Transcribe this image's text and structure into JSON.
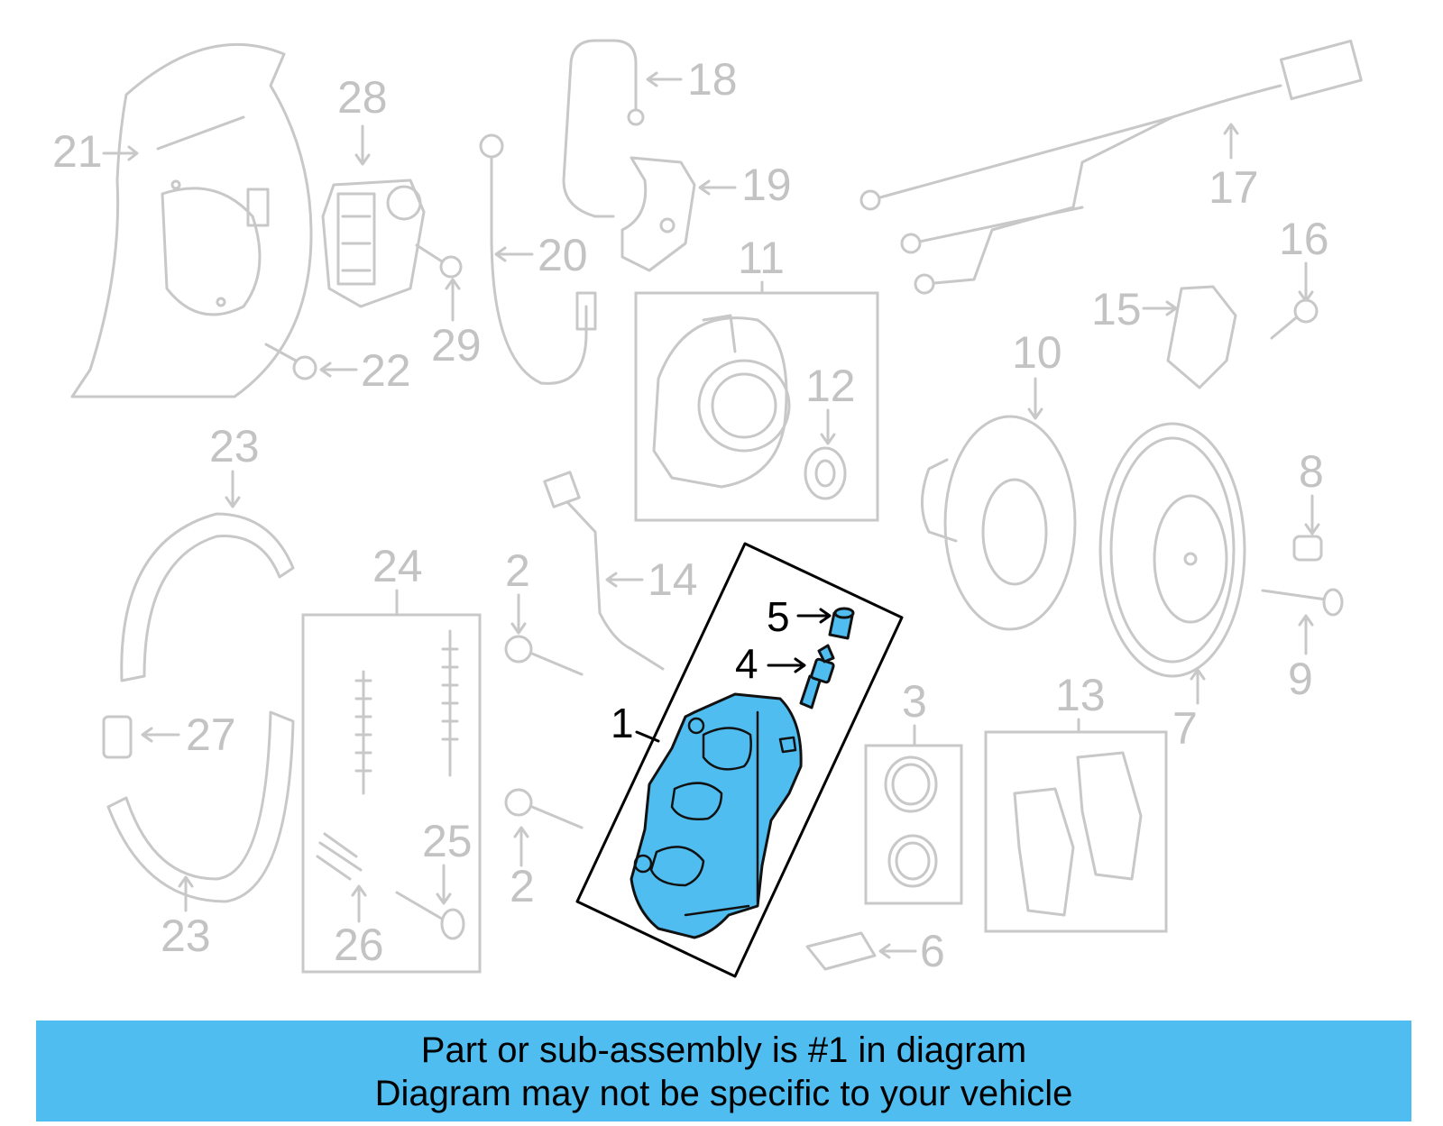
{
  "labels": {
    "p1": "1",
    "p2a": "2",
    "p2b": "2",
    "p3": "3",
    "p4": "4",
    "p5": "5",
    "p6": "6",
    "p7": "7",
    "p8": "8",
    "p9": "9",
    "p10": "10",
    "p11": "11",
    "p12": "12",
    "p13": "13",
    "p14": "14",
    "p15": "15",
    "p16": "16",
    "p17": "17",
    "p18": "18",
    "p19": "19",
    "p20": "20",
    "p21": "21",
    "p22": "22",
    "p23a": "23",
    "p23b": "23",
    "p24": "24",
    "p25": "25",
    "p26": "26",
    "p27": "27",
    "p28": "28",
    "p29": "29"
  },
  "banner": {
    "line1": "Part or sub-assembly is #1 in diagram",
    "line2": "Diagram may not be specific to your vehicle"
  },
  "colors": {
    "highlight": "#4fbdf0",
    "faded": "#c8c8c8"
  }
}
